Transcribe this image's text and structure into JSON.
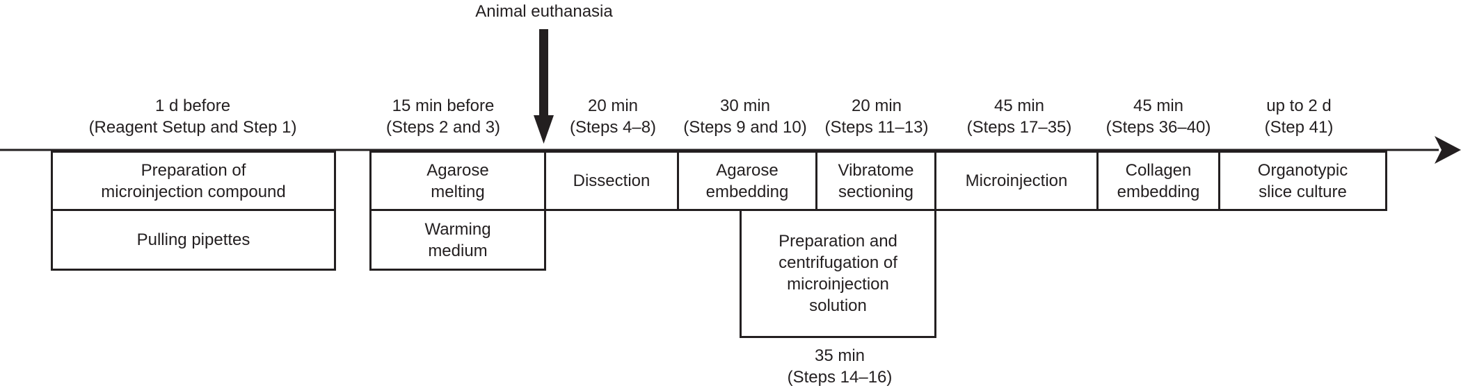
{
  "event": {
    "label": "Animal euthanasia"
  },
  "phases": [
    {
      "duration": "1 d before",
      "steps": "(Reagent Setup and Step 1)"
    },
    {
      "duration": "15 min before",
      "steps": "(Steps 2 and 3)"
    },
    {
      "duration": "20 min",
      "steps": "(Steps 4–8)"
    },
    {
      "duration": "30 min",
      "steps": "(Steps 9 and 10)"
    },
    {
      "duration": "20 min",
      "steps": "(Steps 11–13)"
    },
    {
      "duration": "45 min",
      "steps": "(Steps 17–35)"
    },
    {
      "duration": "45 min",
      "steps": "(Steps 36–40)"
    },
    {
      "duration": "up to 2 d",
      "steps": "(Step 41)"
    }
  ],
  "parallel_phase": {
    "duration": "35 min",
    "steps": "(Steps 14–16)"
  },
  "tasks": {
    "prep_compound": "Preparation of\nmicroinjection compound",
    "pulling_pipettes": "Pulling pipettes",
    "agarose_melting": "Agarose\nmelting",
    "warming_medium": "Warming\nmedium",
    "dissection": "Dissection",
    "agarose_embedding": "Agarose\nembedding",
    "vibratome_sectioning": "Vibratome\nsectioning",
    "prep_solution": "Preparation and\ncentrifugation of\nmicroinjection\nsolution",
    "microinjection": "Microinjection",
    "collagen_embedding": "Collagen\nembedding",
    "slice_culture": "Organotypic\nslice culture"
  },
  "colors": {
    "line": "#231f20",
    "background": "#ffffff"
  }
}
